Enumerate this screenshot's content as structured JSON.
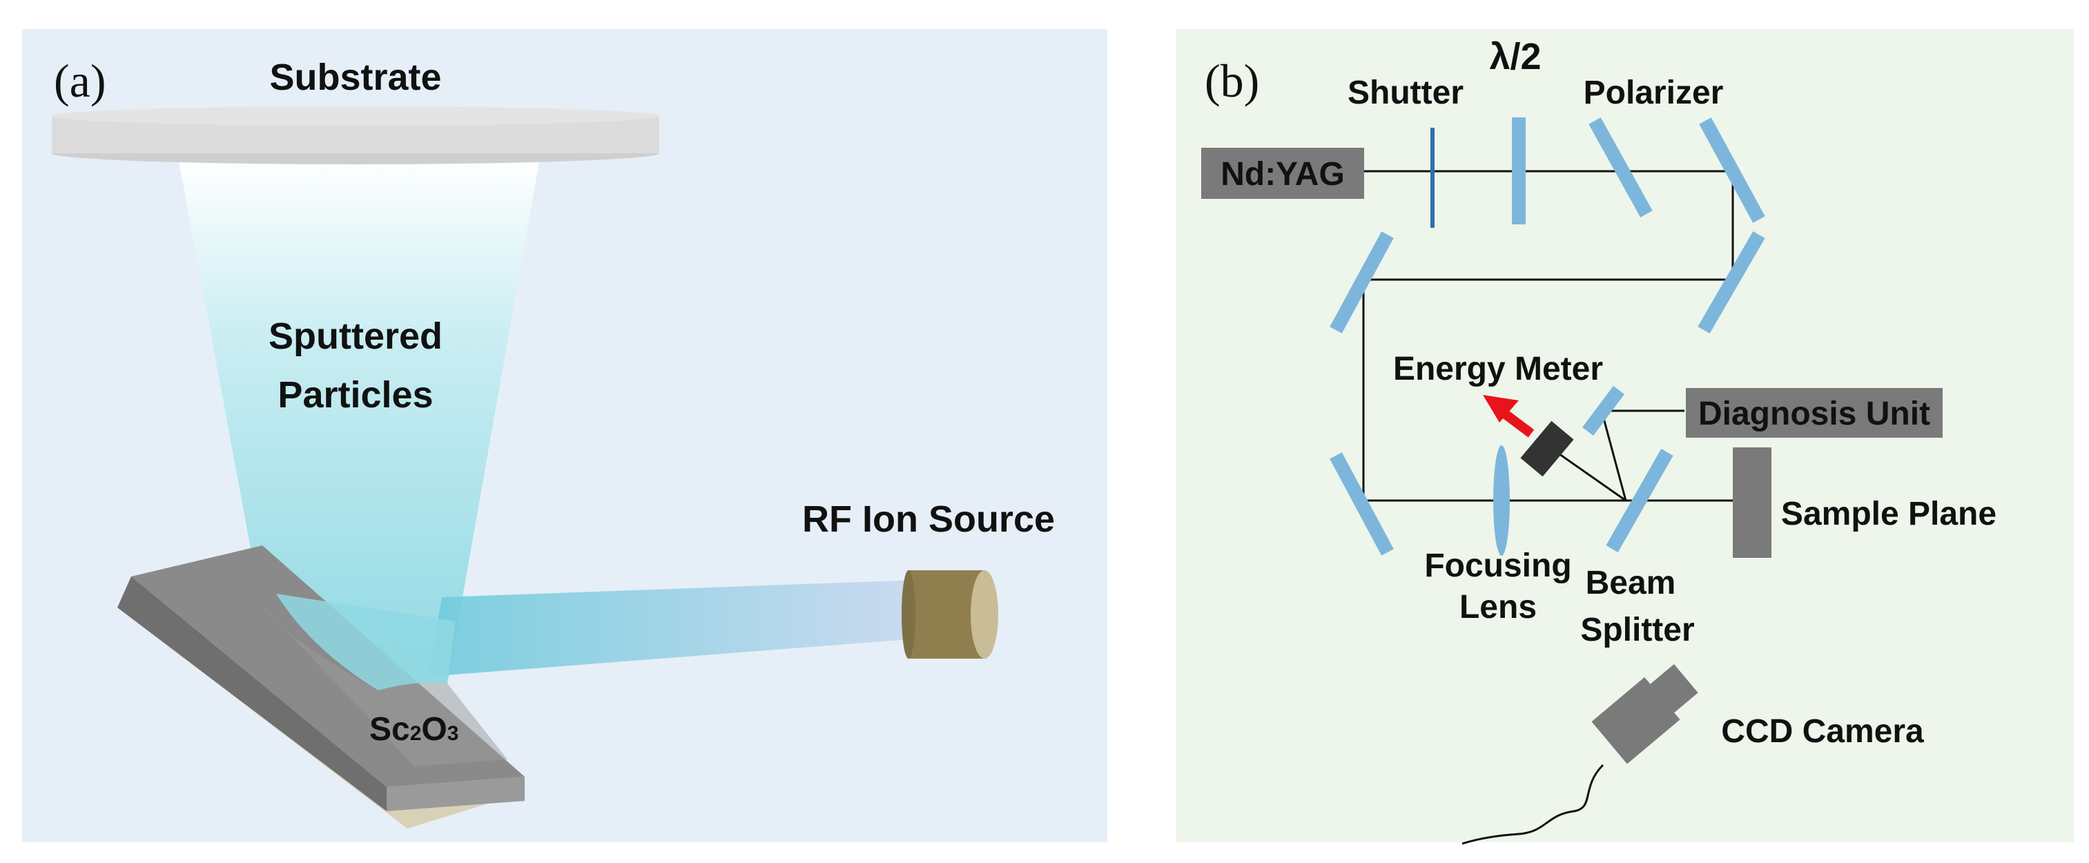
{
  "panel_a": {
    "letter": "(a)",
    "substrate_label": "Substrate",
    "particles_label_line1": "Sputtered",
    "particles_label_line2": "Particles",
    "ion_source_label": "RF Ion Source",
    "target_label_main": "Sc",
    "target_sub1": "2",
    "target_mid": "O",
    "target_sub2": "3",
    "colors": {
      "background": "#e6eff7",
      "substrate": "#dcdcdc",
      "plume": "#a8e0e8",
      "ion_source": "#8f7f4f",
      "target_top": "#808080",
      "target_base": "#d8d1b8"
    }
  },
  "panel_b": {
    "letter": "(b)",
    "laser_label": "Nd:YAG",
    "shutter_label": "Shutter",
    "waveplate_label": "λ/2",
    "polarizer_label": "Polarizer",
    "energy_meter_label": "Energy Meter",
    "diagnosis_label": "Diagnosis Unit",
    "sample_plane_label": "Sample Plane",
    "focusing_label_line1": "Focusing",
    "focusing_label_line2": "Lens",
    "splitter_label_line1": "Beam",
    "splitter_label_line2": "Splitter",
    "camera_label": "CCD Camera",
    "colors": {
      "background": "#eef5ea",
      "box": "#7a7a7a",
      "optic": "#7db6dc",
      "arrow": "#e8141c"
    }
  }
}
